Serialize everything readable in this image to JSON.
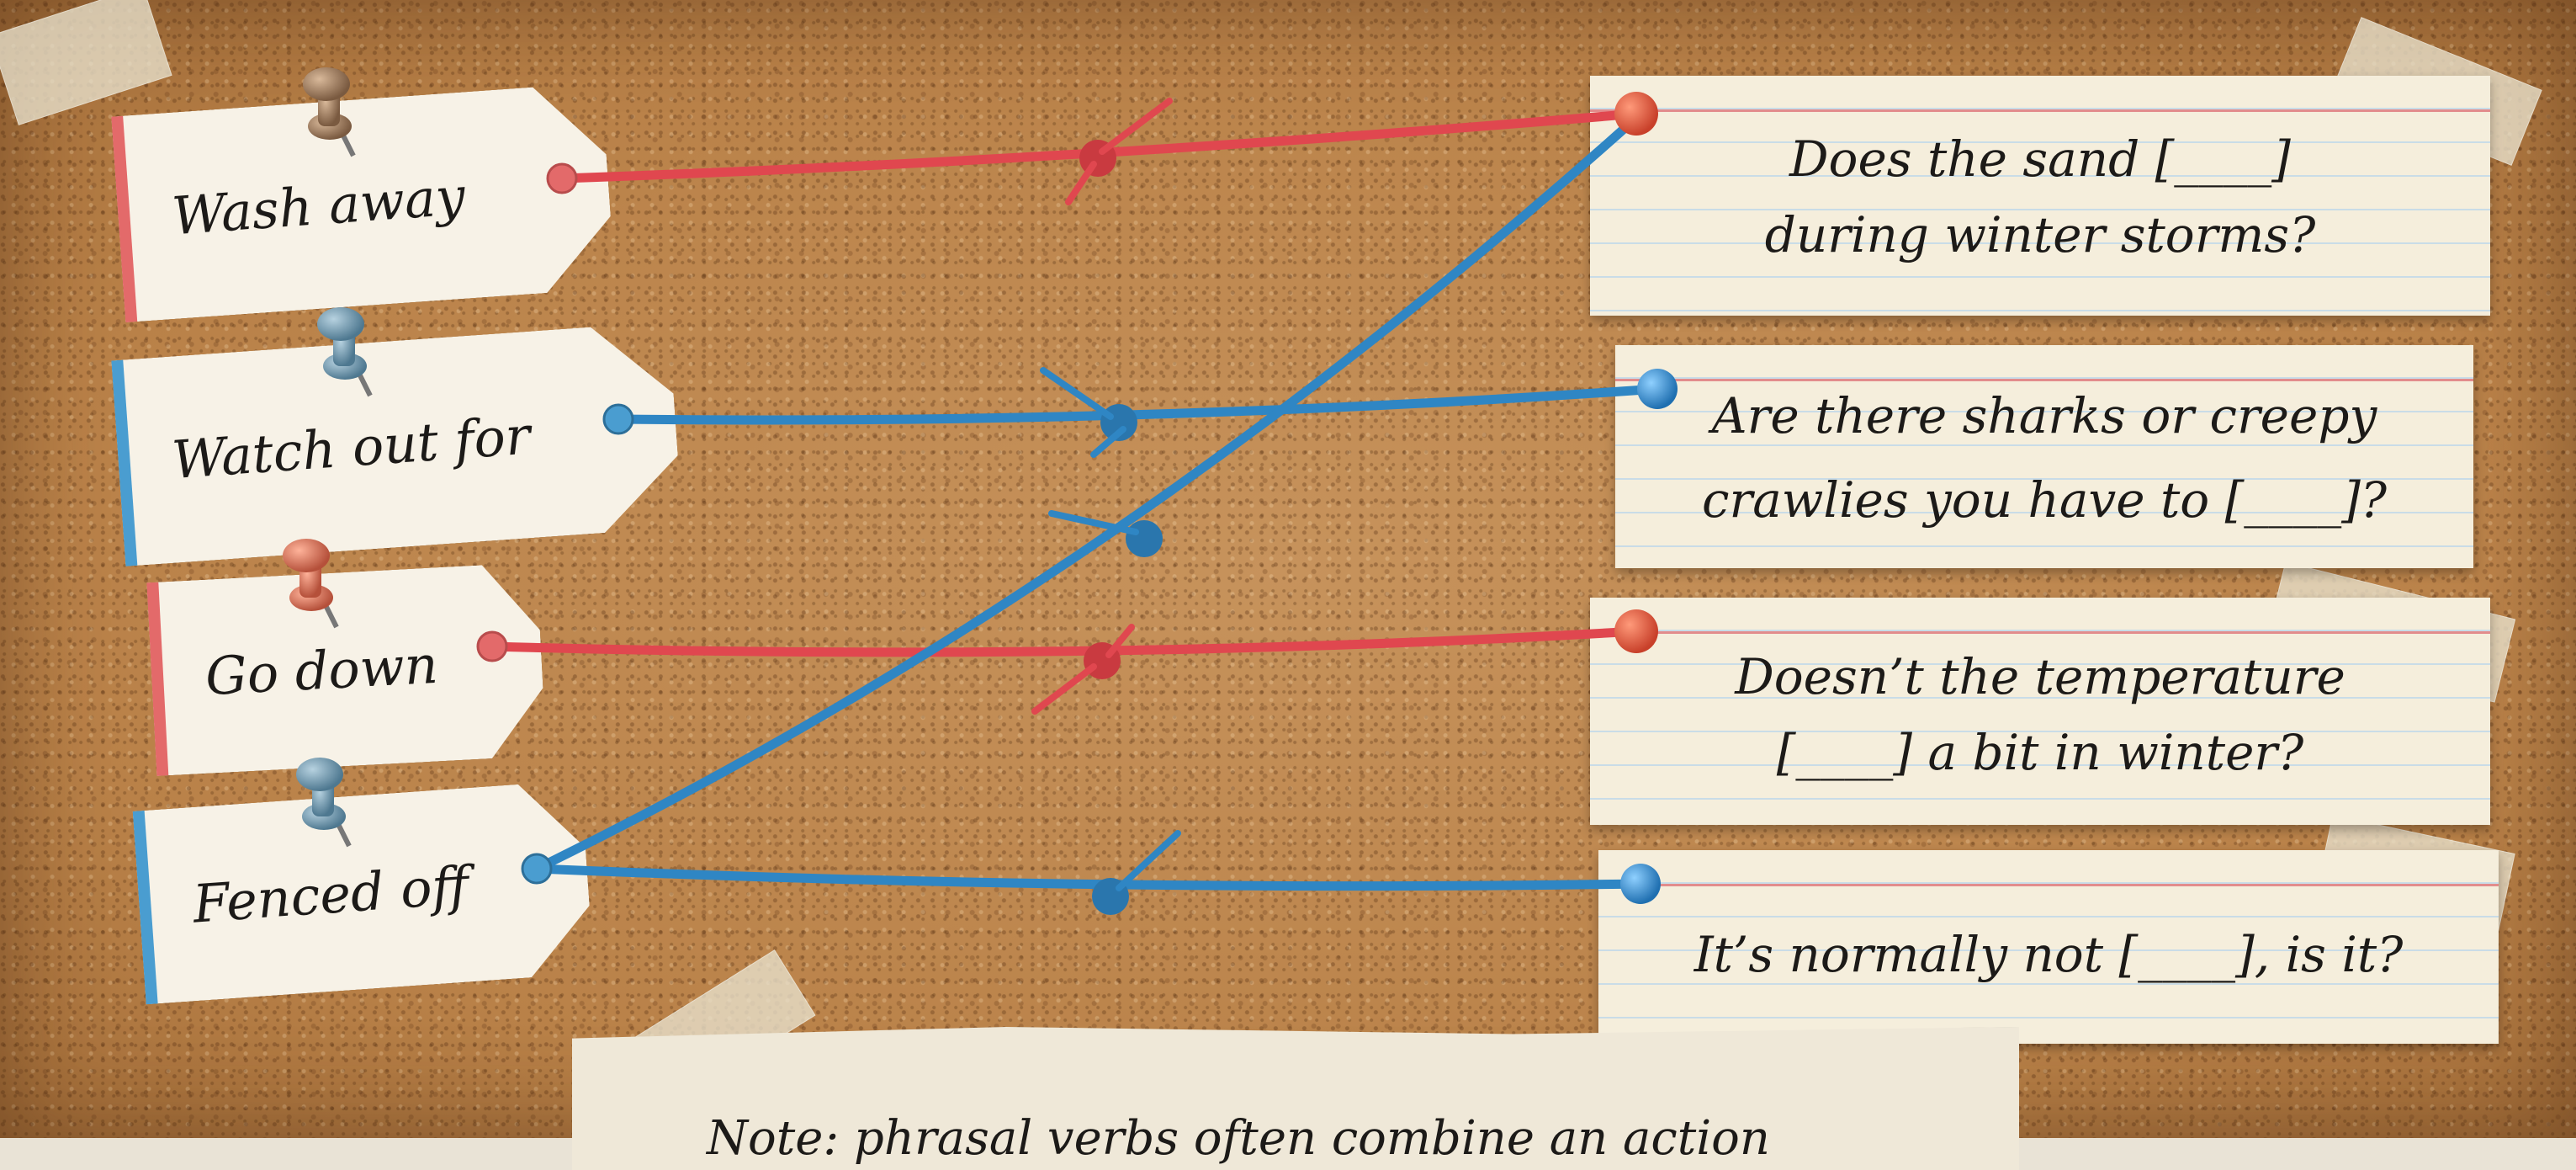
{
  "phrases": [
    {
      "label": "Wash away",
      "color": "#e36a6a"
    },
    {
      "label": "Watch out for",
      "color": "#4a9dd0"
    },
    {
      "label": "Go down",
      "color": "#e36a6a"
    },
    {
      "label": "Fenced off",
      "color": "#4a9dd0"
    }
  ],
  "sentences": [
    {
      "line1": "Does the sand [____]",
      "line2": "during winter storms?"
    },
    {
      "line1": "Are there sharks or creepy",
      "line2": "crawlies you have to [____]?"
    },
    {
      "line1": "Doesn’t the temperature",
      "line2": "[____] a bit in winter?"
    },
    {
      "line1": "It’s normally not [____], is it?",
      "line2": ""
    }
  ],
  "bottom_note": "Note: phrasal verbs often combine an action",
  "colors": {
    "red_string": "#e0474f",
    "blue_string": "#2f86c4",
    "cork": "#c08a52"
  },
  "icons": [
    "pushpin-icon",
    "string-knot-icon"
  ]
}
